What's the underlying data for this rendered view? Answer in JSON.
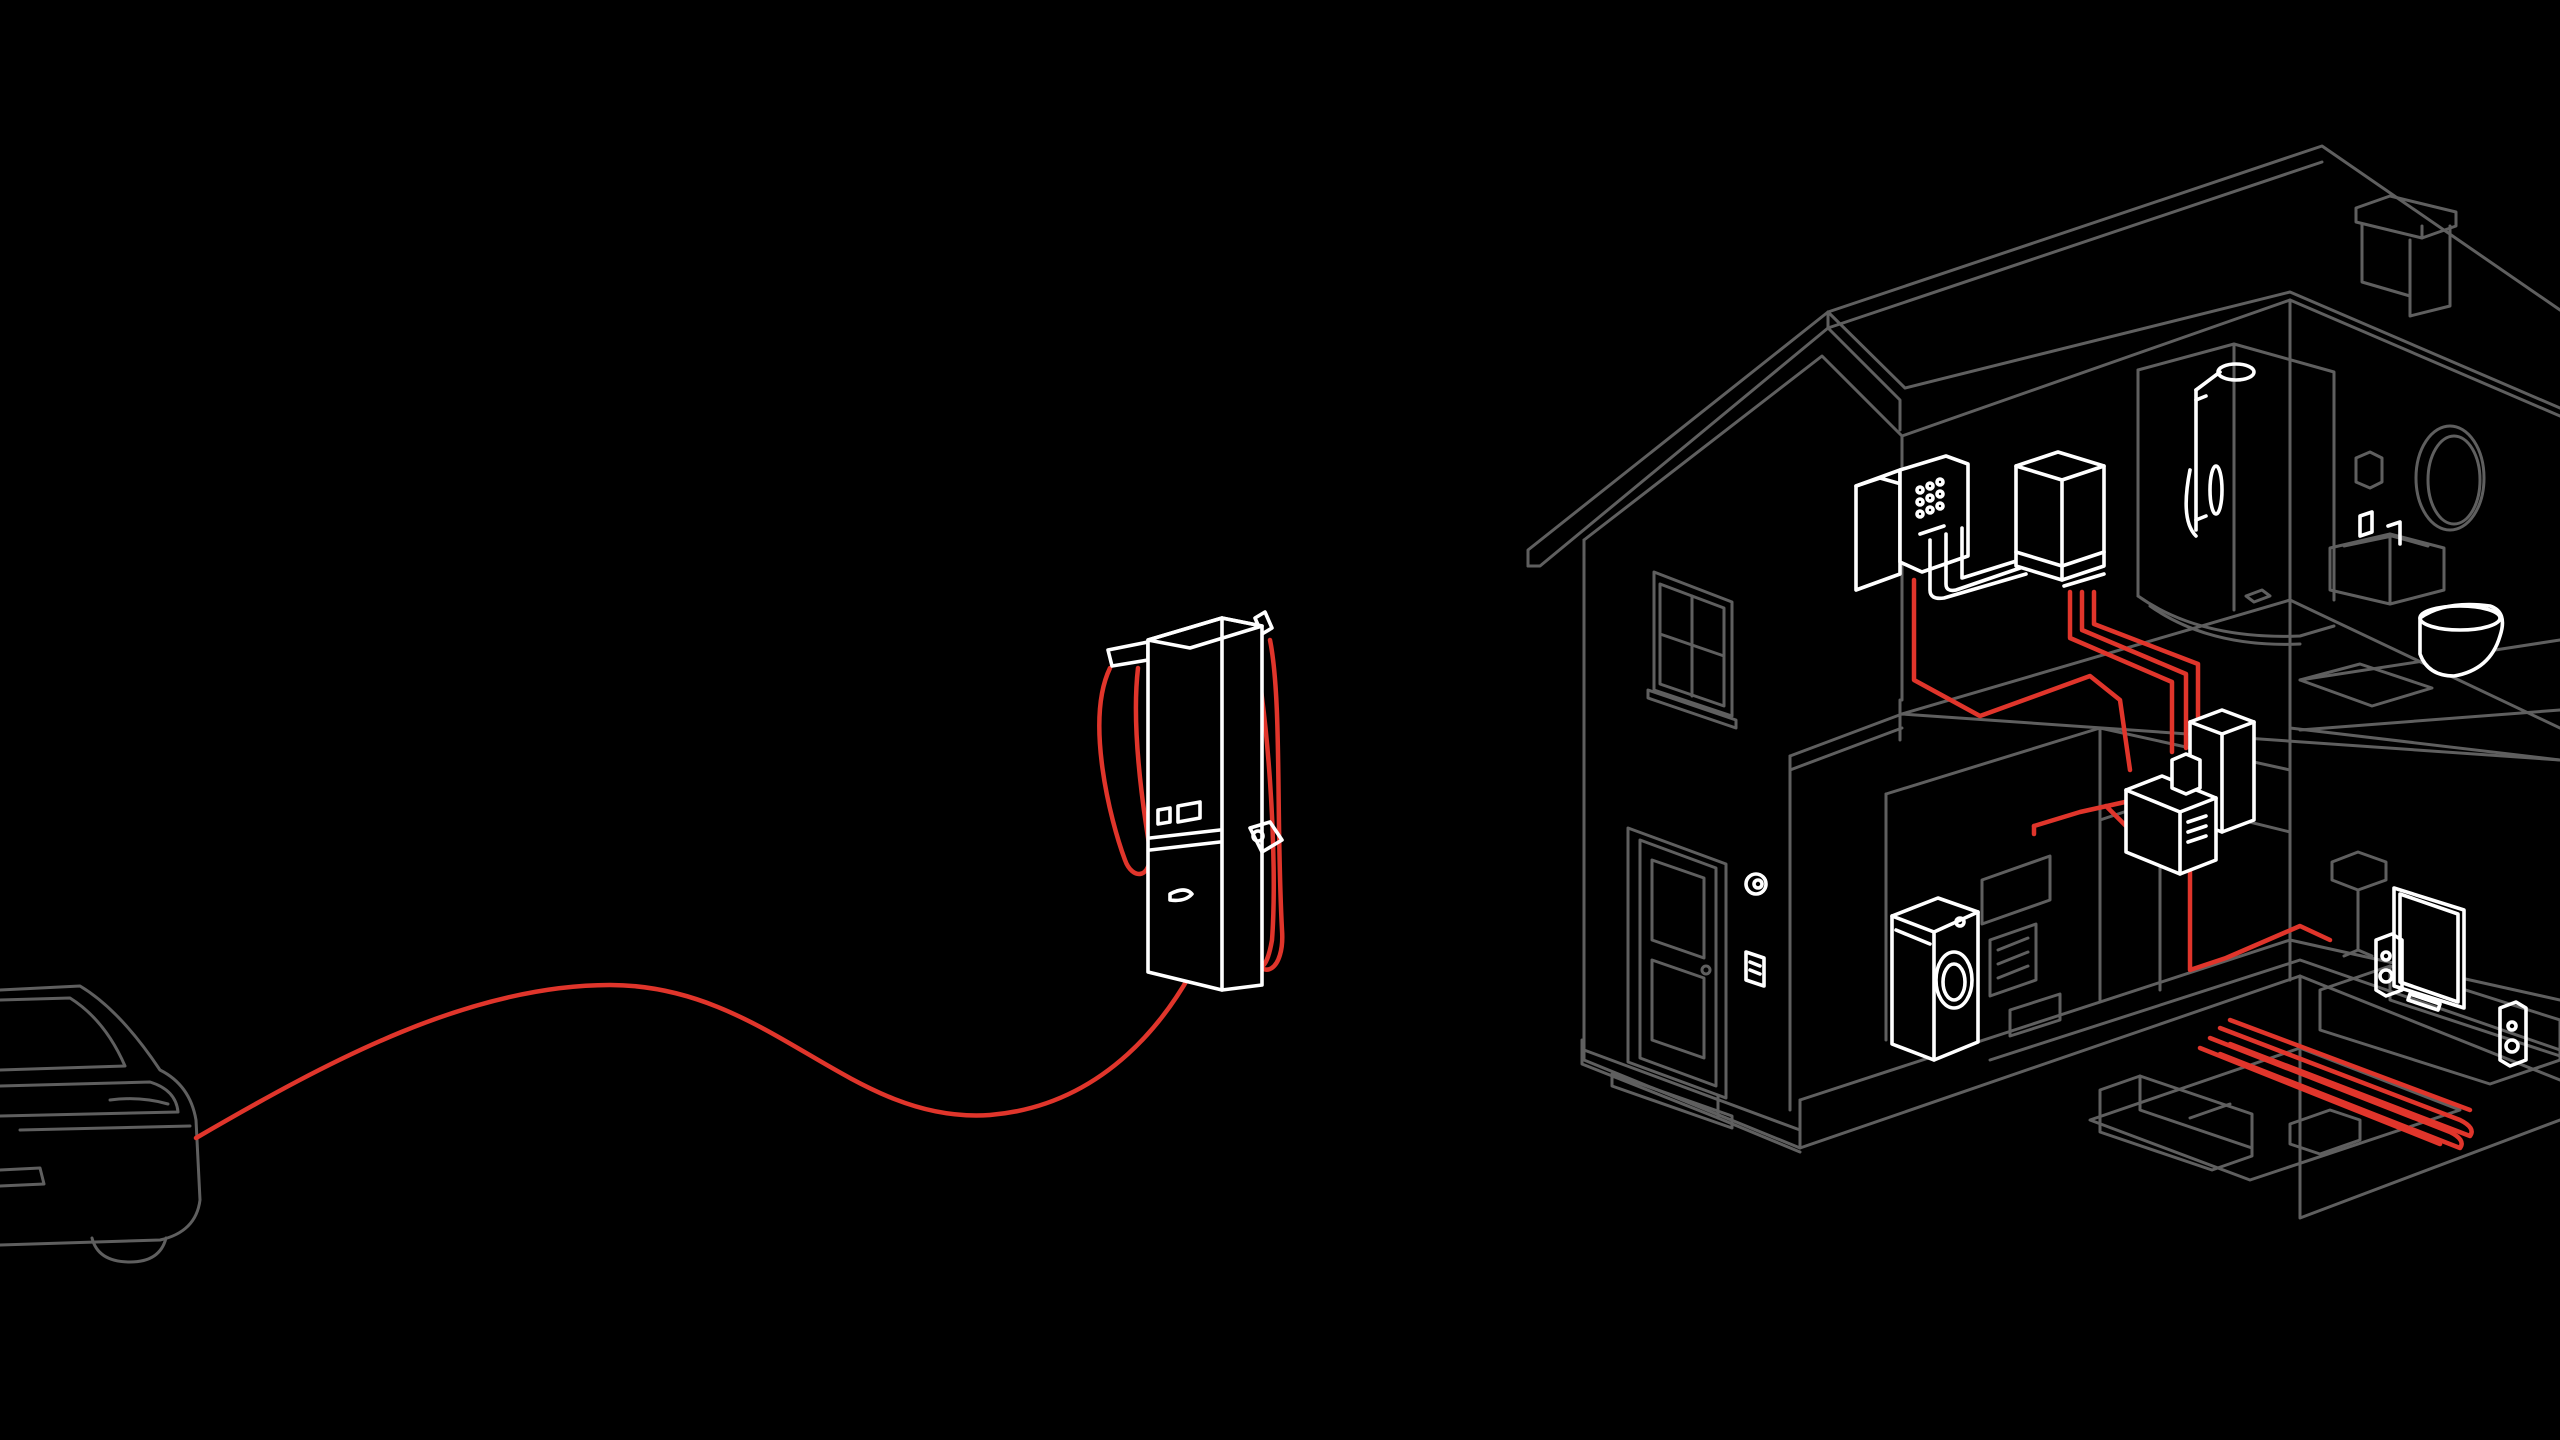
{
  "scene": {
    "background_color": "#000000",
    "outline_color": "#5f5f5f",
    "appliance_color": "#ffffff",
    "cable_color": "#e0352b"
  },
  "objects": [
    "car-outline",
    "ev-charger",
    "charging-cable",
    "house-cutaway",
    "heat-pump",
    "control-panel",
    "hot-water-cylinder",
    "shower",
    "washing-machine",
    "television",
    "floor-heating"
  ]
}
